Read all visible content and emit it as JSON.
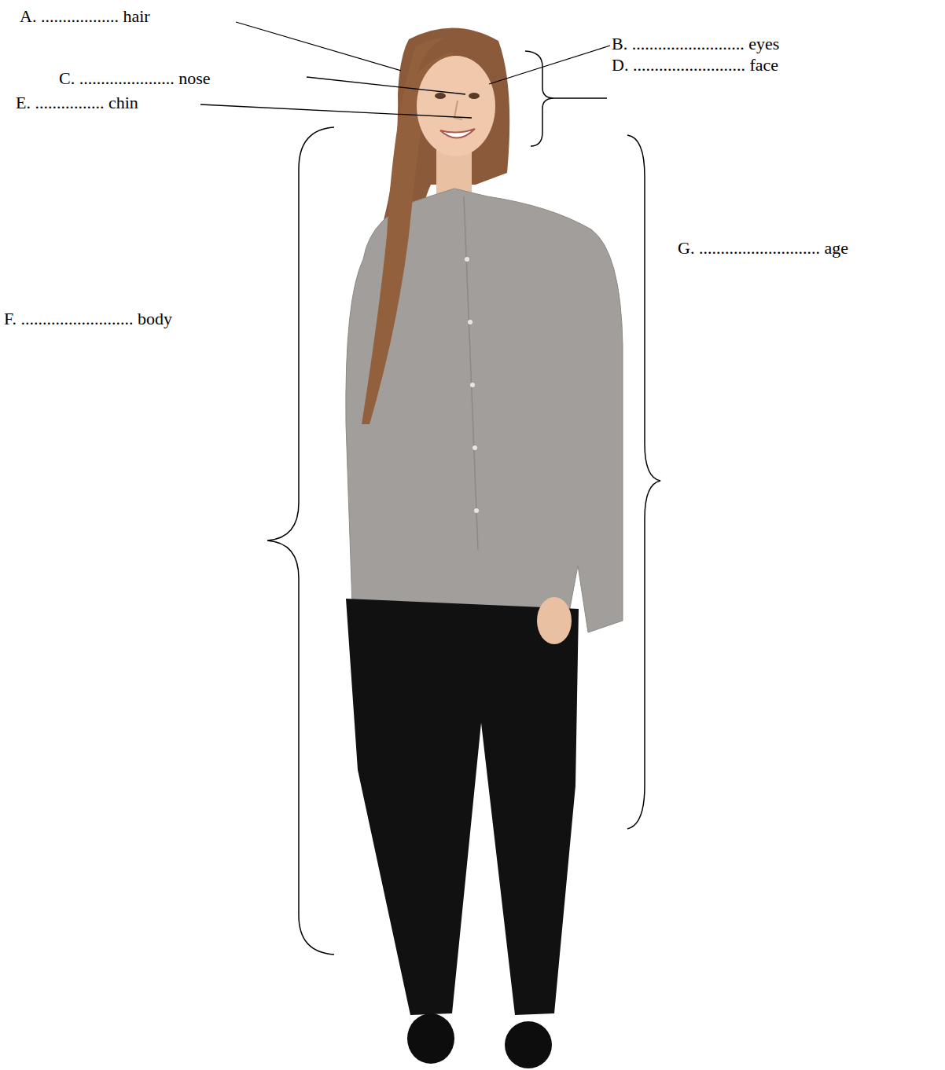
{
  "diagram": {
    "labels": [
      "A. .................. hair",
      "B. .......................... eyes",
      "C. ...................... nose",
      "D. .......................... face",
      "E. ................ chin",
      "F. .......................... body",
      "G. ............................ age"
    ]
  }
}
